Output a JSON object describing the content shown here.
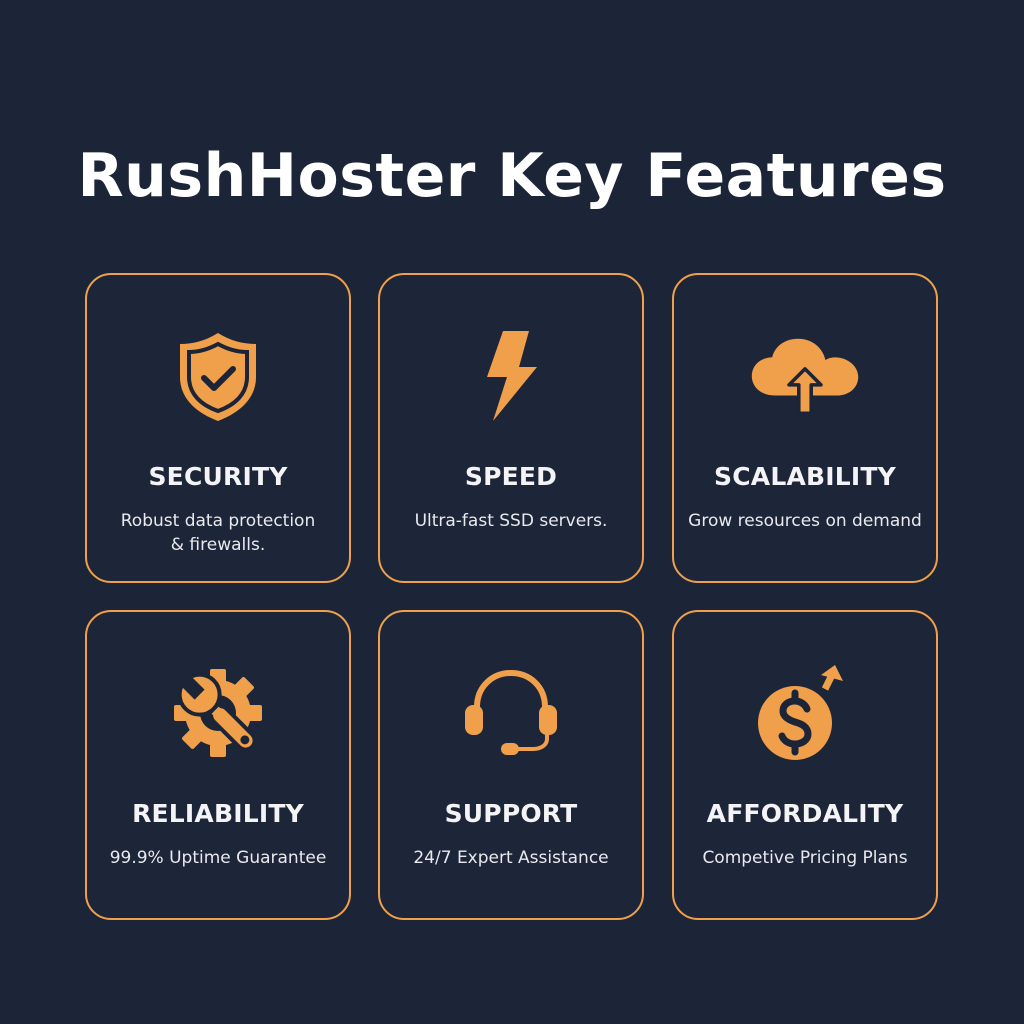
{
  "header": {
    "title": "RushHoster Key Features"
  },
  "theme": {
    "background": "#1c2438",
    "accent": "#f0a04b",
    "text": "#ffffff"
  },
  "features": [
    {
      "icon": "shield-check-icon",
      "title": "SECURITY",
      "description_lines": [
        "Robust data protection",
        "& firewalls."
      ]
    },
    {
      "icon": "lightning-bolt-icon",
      "title": "SPEED",
      "description_lines": [
        "Ultra-fast SSD servers."
      ]
    },
    {
      "icon": "cloud-upload-icon",
      "title": "SCALABILITY",
      "description_lines": [
        "Grow resources on demand"
      ]
    },
    {
      "icon": "gear-wrench-icon",
      "title": "RELIABILITY",
      "description_lines": [
        "99.9% Uptime Guarantee"
      ]
    },
    {
      "icon": "headset-icon",
      "title": "SUPPORT",
      "description_lines": [
        "24/7 Expert Assistance"
      ]
    },
    {
      "icon": "dollar-coin-arrow-icon",
      "title": "AFFORDALITY",
      "description_lines": [
        "Competive Pricing Plans"
      ]
    }
  ]
}
